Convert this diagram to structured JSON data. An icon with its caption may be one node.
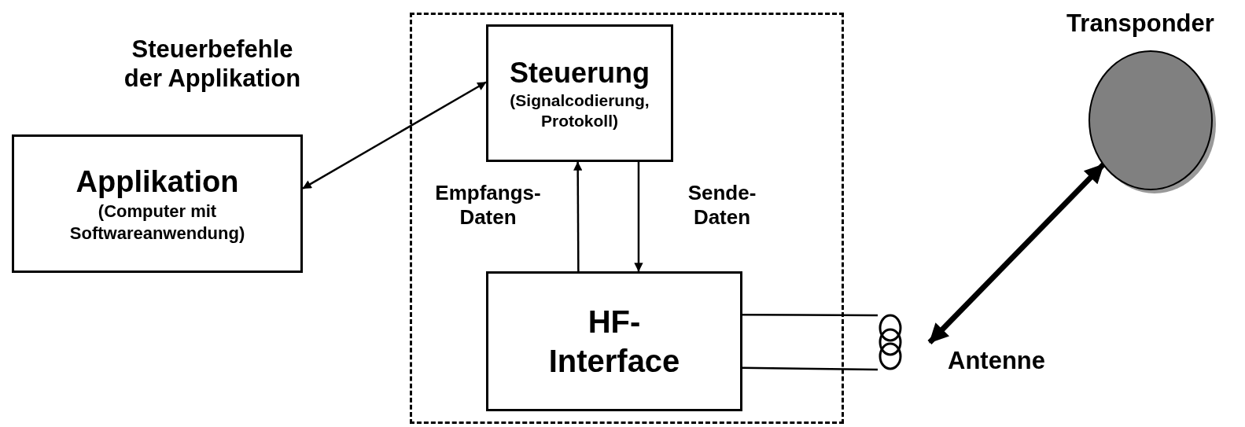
{
  "diagram": {
    "nodes": [
      {
        "text": [],
        "shape": "box"
      },
      {
        "text": [
          "Applikation",
          "(Computer mit Softwareanwendung)"
        ]
      },
      {
        "text": [
          "Steuerung",
          "(Signalcodierung, Protokoll)"
        ],
        "in": 0
      },
      {
        "text": [
          "HF- Interface"
        ],
        "in": 0
      },
      {
        "text": [],
        "shape": "coil",
        "beside": [
          "Antenne"
        ]
      },
      {
        "text": [
          "Transponder"
        ]
      }
    ],
    "edges": [
      {
        "from": 1,
        "to": 2,
        "arrow": "both"
      },
      {
        "from": 3,
        "to": 2,
        "arrow": "to"
      },
      {
        "from": 2,
        "to": 3,
        "arrow": "to"
      },
      {
        "from": 3,
        "to": 4,
        "arrow": "none"
      },
      {
        "from": 3,
        "to": 4,
        "arrow": "none"
      },
      {
        "from": 4,
        "to": 5,
        "arrow": "both",
        "style": "thick"
      }
    ],
    "labels": [
      "Steuerbefehle der Applikation",
      "Empfangs- Daten",
      "Sende- Daten"
    ]
  }
}
